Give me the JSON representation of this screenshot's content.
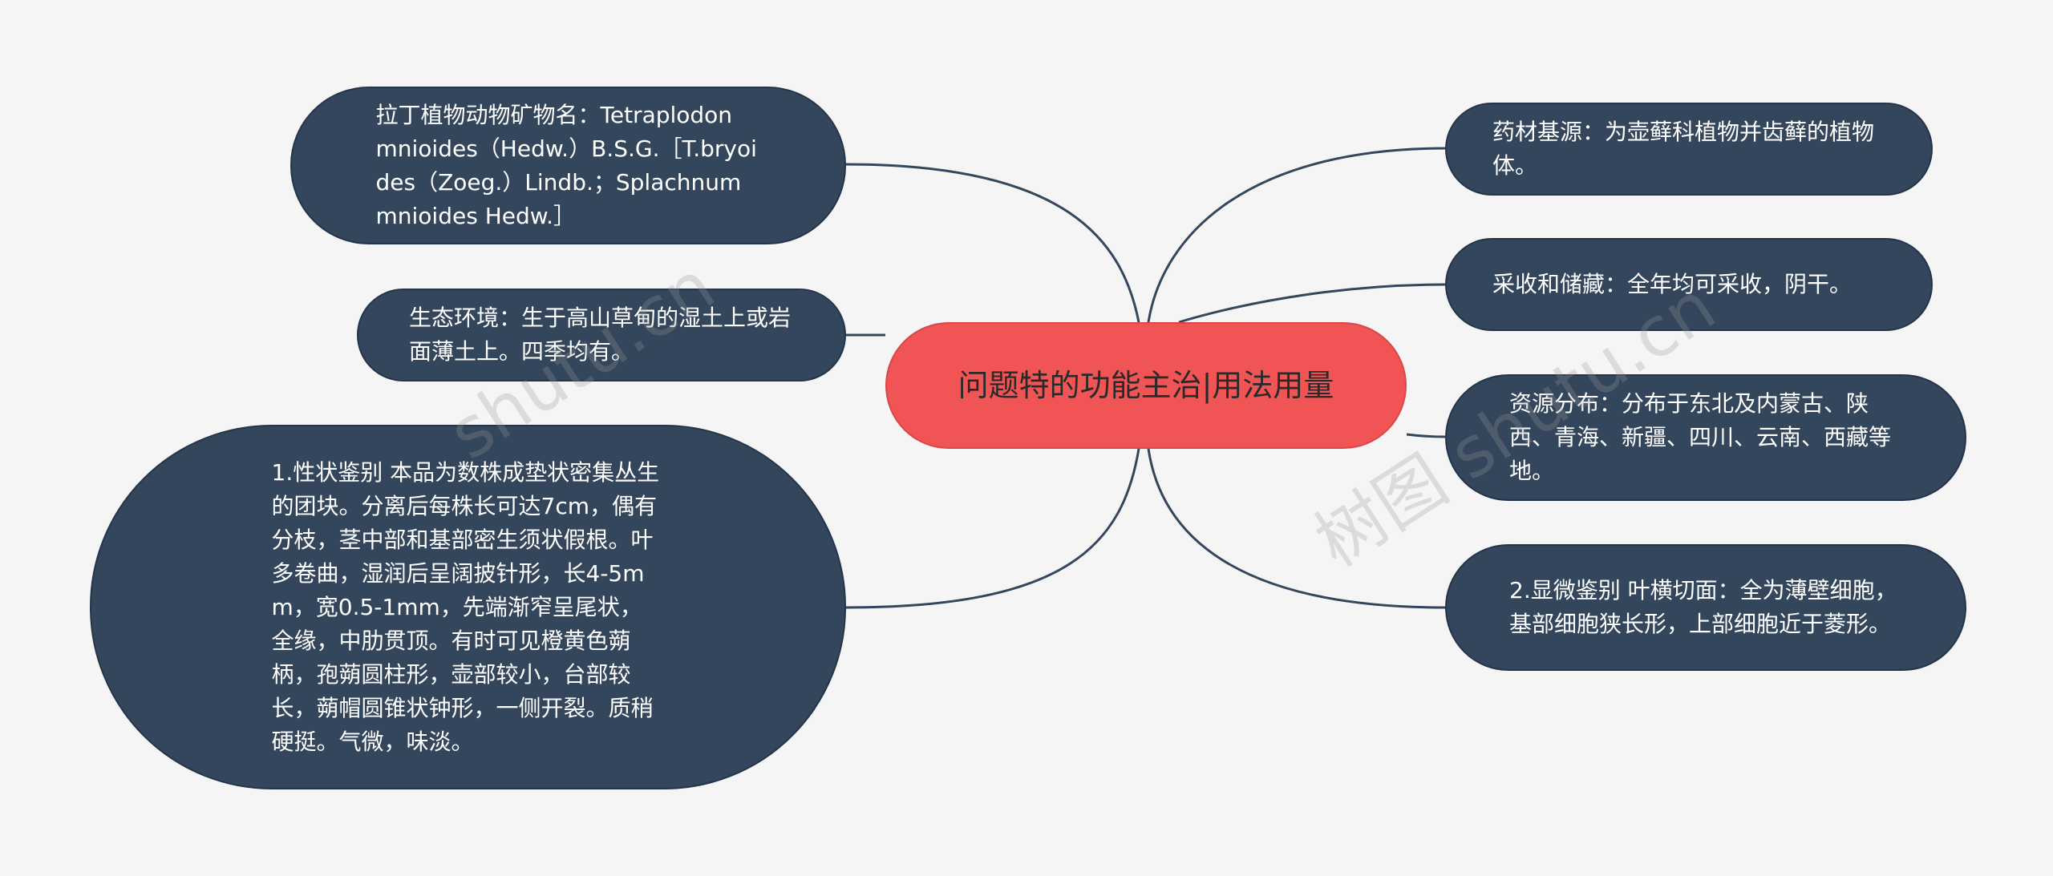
{
  "center": {
    "title": "问题特的功能主治|用法用量"
  },
  "nodes": {
    "latin_name": "拉丁植物动物矿物名：Tetraplodon mnioides（Hedw.）B.S.G.［T.bryoides（Zoeg.）Lindb.；Splachnum mnioides Hedw.］",
    "ecology": "生态环境：生于高山草甸的湿土上或岩面薄土上。四季均有。",
    "identification": "1.性状鉴别 本品为数株成垫状密集丛生的团块。分离后每株长可达7cm，偶有分枝，茎中部和基部密生须状假根。叶多卷曲，湿润后呈阔披针形，长4-5mm，宽0.5-1mm，先端渐窄呈尾状，全缘，中肋贯顶。有时可见橙黄色蒴柄，孢蒴圆柱形，壶部较小，台部较长，蒴帽圆锥状钟形，一侧开裂。质稍硬挺。气微，味淡。",
    "source": "药材基源：为壶藓科植物并齿藓的植物体。",
    "harvest": "采收和储藏：全年均可采收，阴干。",
    "distribution": "资源分布：分布于东北及内蒙古、陕西、青海、新疆、四川、云南、西藏等地。",
    "microscopy": "2.显微鉴别 叶横切面：全为薄壁细胞，基部细胞狭长形，上部细胞近于菱形。"
  },
  "colors": {
    "node_fill": "#33465c",
    "center_fill": "#f05455",
    "link": "#33465c",
    "background": "#f5f5f6"
  }
}
